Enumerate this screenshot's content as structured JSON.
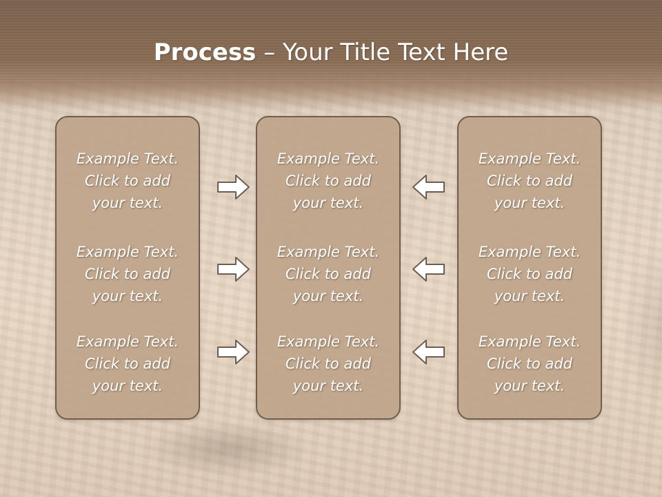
{
  "slide": {
    "title_bold": "Process",
    "title_rest": " – Your Title Text Here"
  },
  "panels": [
    {
      "items": [
        "Example Text.\nClick  to add\nyour text.",
        "Example Text.\nClick  to add\nyour text.",
        "Example Text.\nClick  to add\nyour text."
      ]
    },
    {
      "items": [
        "Example Text.\nClick  to add\nyour text.",
        "Example Text.\nClick  to add\nyour text.",
        "Example Text.\nClick  to add\nyour text."
      ]
    },
    {
      "items": [
        "Example Text.\nClick  to add\nyour text.",
        "Example Text.\nClick  to add\nyour text.",
        "Example Text.\nClick  to add\nyour text."
      ]
    }
  ],
  "icons": {
    "left_arrows": "arrow-right-icon",
    "right_arrows": "arrow-left-icon"
  },
  "colors": {
    "header": "#7b6350",
    "panel_fill": "#bea48a",
    "panel_border": "#6f5d4e",
    "arrow_stroke": "#6b5d52",
    "arrow_fill": "#ffffff"
  }
}
